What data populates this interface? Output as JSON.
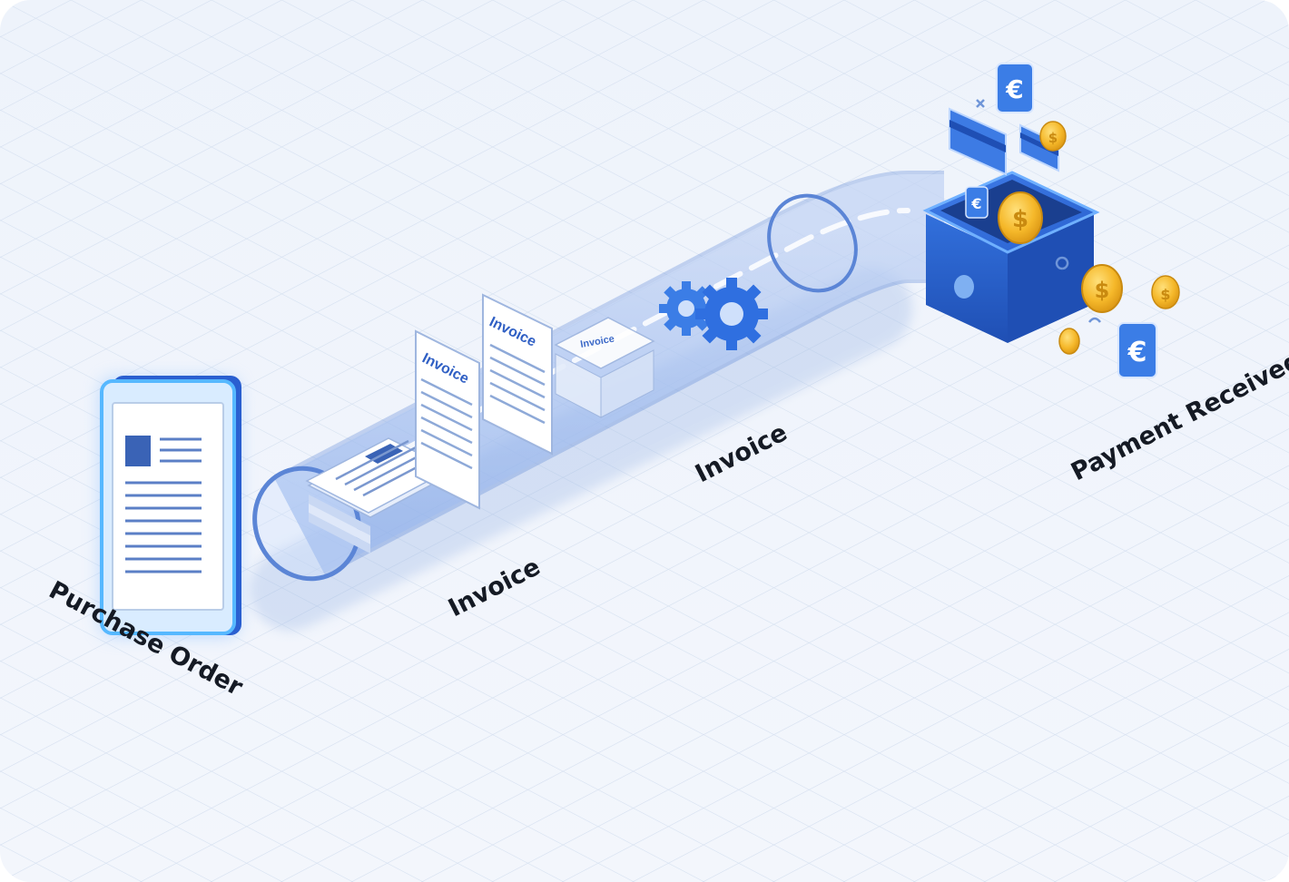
{
  "stages": {
    "purchase_order": "Purchase Order",
    "invoice_1": "Invoice",
    "invoice_2": "Invoice",
    "payment_received": "Payment Received"
  },
  "documents": {
    "invoice_sheet_1": "Invoice",
    "invoice_sheet_2": "Invoice",
    "invoice_sheet_3": "Invoice"
  },
  "symbols": {
    "coin": "$",
    "euro": "€"
  },
  "colors": {
    "background": "#eef3fb",
    "grid": "#d5e0f0",
    "tube": "#7ea4e6",
    "tube_edge": "#5b85d6",
    "accent_blue": "#2f6fe0",
    "wallet_blue": "#2a62cf",
    "coin_gold": "#f5b82a",
    "label_text": "#151a24"
  }
}
